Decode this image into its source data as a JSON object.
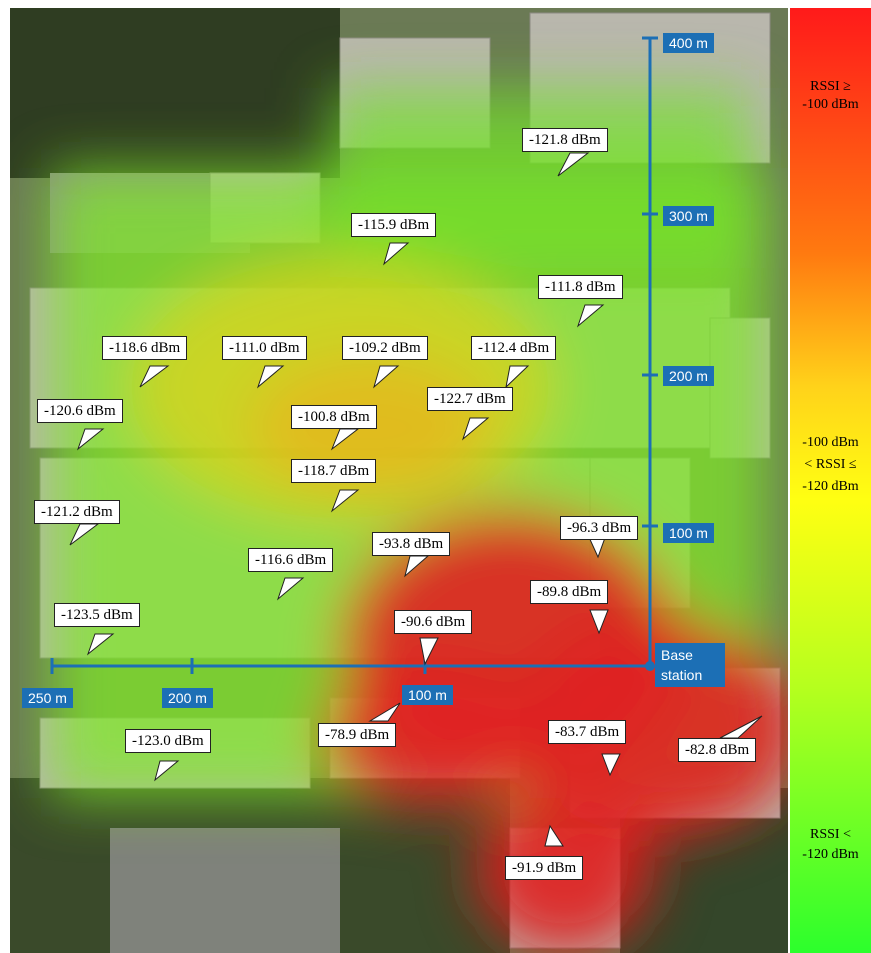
{
  "measurements": [
    {
      "label": "-121.8 dBm"
    },
    {
      "label": "-115.9 dBm"
    },
    {
      "label": "-111.8 dBm"
    },
    {
      "label": "-118.6 dBm"
    },
    {
      "label": "-111.0 dBm"
    },
    {
      "label": "-109.2 dBm"
    },
    {
      "label": "-112.4 dBm"
    },
    {
      "label": "-120.6 dBm"
    },
    {
      "label": "-100.8 dBm"
    },
    {
      "label": "-122.7 dBm"
    },
    {
      "label": "-118.7 dBm"
    },
    {
      "label": "-121.2 dBm"
    },
    {
      "label": "-96.3 dBm"
    },
    {
      "label": "-93.8 dBm"
    },
    {
      "label": "-116.6 dBm"
    },
    {
      "label": "-89.8 dBm"
    },
    {
      "label": "-90.6 dBm"
    },
    {
      "label": "-123.5 dBm"
    },
    {
      "label": "-78.9 dBm"
    },
    {
      "label": "-83.7 dBm"
    },
    {
      "label": "-82.8 dBm"
    },
    {
      "label": "-123.0 dBm"
    },
    {
      "label": "-91.9 dBm"
    }
  ],
  "scale": {
    "vertical_ticks": [
      "400 m",
      "300 m",
      "200 m",
      "100 m"
    ],
    "horizontal_ticks": [
      "250 m",
      "200 m",
      "100 m"
    ],
    "base_station_label": "Base station",
    "line_color": "#1c6fb5"
  },
  "legend": {
    "high": [
      "RSSI ≥",
      "-100 dBm"
    ],
    "mid": [
      "-100 dBm",
      "< RSSI ≤",
      "-120 dBm"
    ],
    "low": [
      "RSSI <",
      "-120 dBm"
    ],
    "colors": [
      "#ff1a1a",
      "#ffff12",
      "#2cff2c"
    ]
  }
}
